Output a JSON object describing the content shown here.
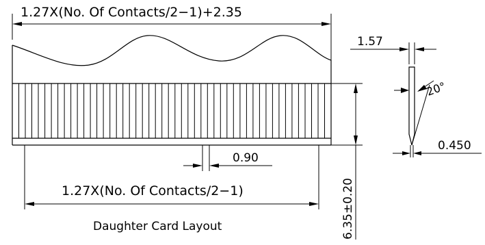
{
  "labels": {
    "top_length": "1.27X(No. Of Contacts/2−1)+2.35",
    "bottom_length": "1.27X(No. Of Contacts/2−1)",
    "pitch": "0.90",
    "height": "6.35±0.20",
    "pin_width": "1.57",
    "pin_tip": "0.450",
    "angle": "20°",
    "caption": "Daughter Card Layout"
  },
  "drawing": {
    "contact_count": 48,
    "line_color": "#000000"
  }
}
